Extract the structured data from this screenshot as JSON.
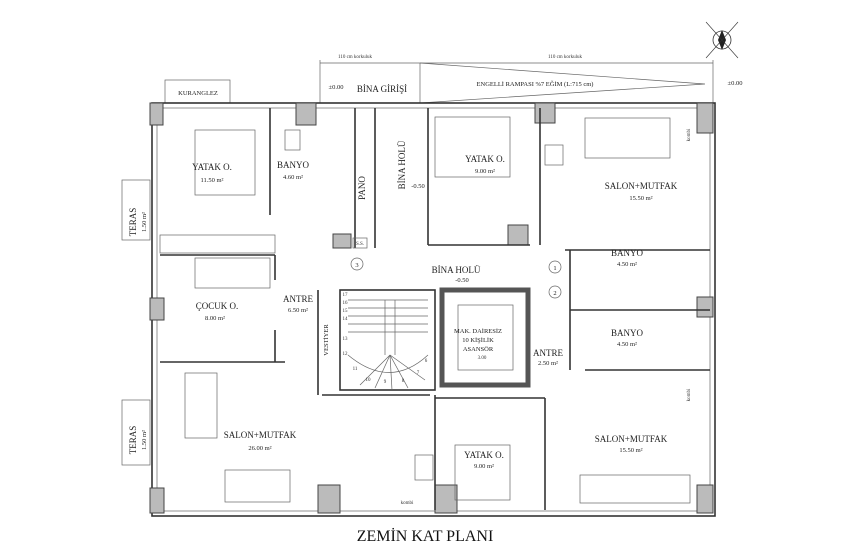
{
  "title": "ZEMİN KAT PLANI",
  "entrance": {
    "label": "BİNA GİRİŞİ",
    "level_left": "±0.00",
    "level_right": "±0.00",
    "level_entry": "-0.50"
  },
  "ramp": {
    "label": "ENGELLİ RAMPASI %7 EĞİM (L:715 cm)",
    "railing_left": "110 cm korkuluk",
    "railing_right": "110 cm korkuluk"
  },
  "kuranglez": "KURANGLEZ",
  "rooms": {
    "yatak1": {
      "name": "YATAK O.",
      "area": "11.50 m²"
    },
    "banyo1": {
      "name": "BANYO",
      "area": "4.60 m²"
    },
    "pano": "PANO",
    "bina_holu_1": {
      "name": "BİNA HOLÜ",
      "level": "-0.50"
    },
    "yatak2": {
      "name": "YATAK O.",
      "area": "9.00 m²"
    },
    "salon1": {
      "name": "SALON+MUTFAK",
      "area": "15.50 m²"
    },
    "teras1": {
      "name": "TERAS",
      "area": "1.50 m²"
    },
    "bina_holu_2": {
      "name": "BİNA HOLÜ",
      "level": "-0.50"
    },
    "cocuk": {
      "name": "ÇOCUK O.",
      "area": "8.00 m²"
    },
    "antre1": {
      "name": "ANTRE",
      "area": "6.50 m²"
    },
    "vestiyer": "VESTİYER",
    "asansor": {
      "line1": "MAK. DAİRESİZ",
      "line2": "10 KİŞİLİK",
      "line3": "ASANSÖR",
      "level": "3.00"
    },
    "antre2": {
      "name": "ANTRE",
      "area": "2.50 m²"
    },
    "banyo2": {
      "name": "BANYO",
      "area": "4.50 m²"
    },
    "banyo3": {
      "name": "BANYO",
      "area": "4.50 m²"
    },
    "salon2": {
      "name": "SALON+MUTFAK",
      "area": "26.00 m²"
    },
    "teras2": {
      "name": "TERAS",
      "area": "1.50 m²"
    },
    "yatak3": {
      "name": "YATAK O.",
      "area": "9.00 m²"
    },
    "salon3": {
      "name": "SALON+MUTFAK",
      "area": "15.50 m²"
    }
  },
  "fixtures": {
    "kombi": "kombi",
    "ss": "S.S."
  },
  "markers": [
    "1",
    "2",
    "3"
  ],
  "stair_steps": [
    "17",
    "16",
    "15",
    "14",
    "13",
    "12",
    "11",
    "10",
    "9",
    "8",
    "7",
    "6"
  ],
  "compass_icon": "north-arrow-icon",
  "colors": {
    "wall": "#333333",
    "column": "#bbbbbb",
    "annotation": "#b04848"
  }
}
